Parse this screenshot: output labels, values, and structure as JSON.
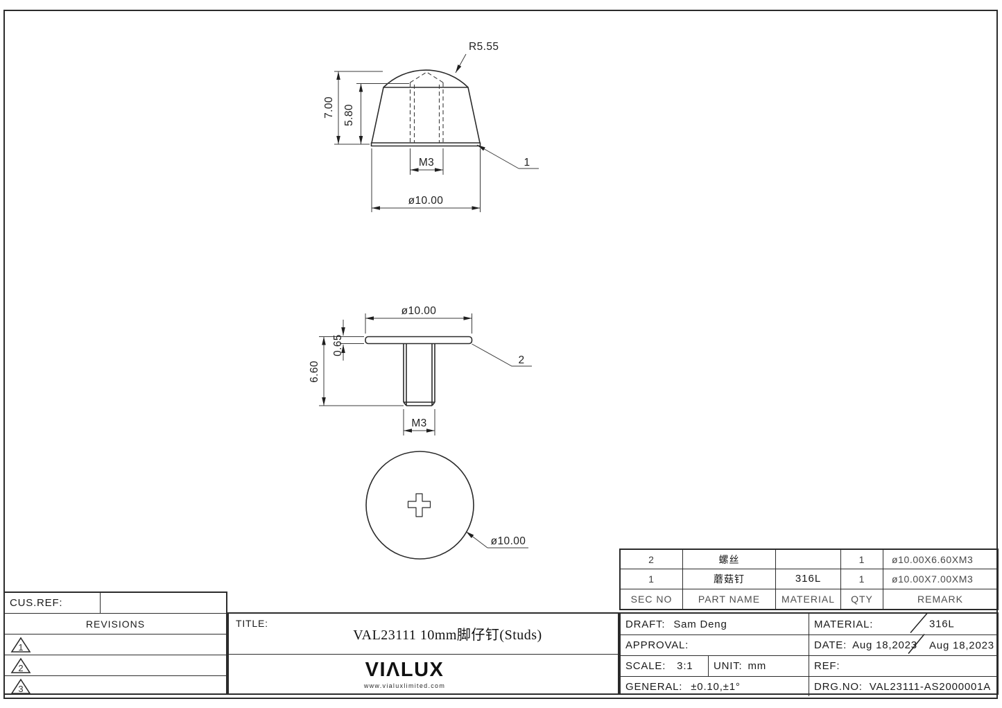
{
  "drawing": {
    "cap_view": {
      "balloon": "1",
      "radius_callout": "R5.55",
      "overall_height": "7.00",
      "thread_depth": "5.80",
      "thread_size": "M3",
      "diameter": "ø10.00"
    },
    "screw_view": {
      "balloon": "2",
      "diameter": "ø10.00",
      "head_thickness": "0.65",
      "shank_length": "6.60",
      "thread_size": "M3"
    },
    "bottom_view": {
      "diameter": "ø10.00"
    }
  },
  "parts_table": {
    "headers": [
      "SEC NO",
      "PART NAME",
      "MATERIAL",
      "QTY",
      "REMARK"
    ],
    "rows": [
      {
        "sec_no": "2",
        "part_name": "螺丝",
        "material": "",
        "qty": "1",
        "remark": "ø10.00X6.60XM3"
      },
      {
        "sec_no": "1",
        "part_name": "蘑菇钉",
        "material": "316L",
        "qty": "1",
        "remark": "ø10.00X7.00XM3"
      }
    ]
  },
  "title_block": {
    "cus_ref_label": "CUS.REF:",
    "revisions_label": "REVISIONS",
    "revision_marks": [
      "1",
      "2",
      "3"
    ],
    "title_label": "TITLE:",
    "title": "VAL23111  10mm脚仔钉(Studs)",
    "draft_label": "DRAFT:",
    "draft": "Sam Deng",
    "approval_label": "APPROVAL:",
    "scale_label": "SCALE:",
    "scale": "3:1",
    "unit_label": "UNIT:",
    "unit": "mm",
    "general_label": "GENERAL:",
    "general_tolerance": "±0.10,±1°",
    "material_label": "MATERIAL:",
    "material": "316L",
    "date_label": "DATE:",
    "date_draft": "Aug 18,2023",
    "date_approval": "Aug 18,2023",
    "ref_label": "REF:",
    "drg_no_label": "DRG.NO:",
    "drg_no": "VAL23111-AS2000001A"
  },
  "logo": {
    "brand": "VIΛLUX",
    "website": "www.vialuxlimited.com"
  }
}
